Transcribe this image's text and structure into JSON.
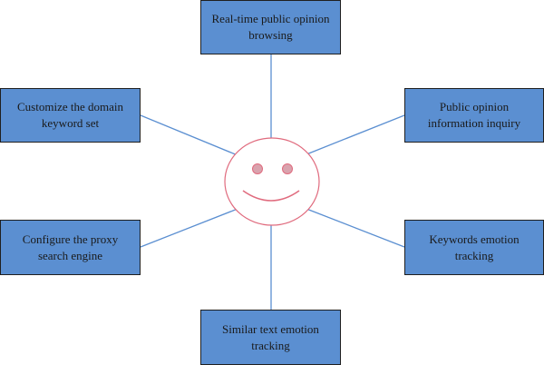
{
  "colors": {
    "box_fill": "#5b8fd1",
    "connector": "#5b8fd1",
    "face_outline": "#e06b7e",
    "eye_fill": "#d9a3ae"
  },
  "center": {
    "icon": "smiley-face-icon"
  },
  "nodes": {
    "top": {
      "label": "Real-time public opinion browsing"
    },
    "left_upper": {
      "label": "Customize the domain keyword set"
    },
    "right_upper": {
      "label": "Public opinion information inquiry"
    },
    "left_lower": {
      "label": "Configure the proxy search engine"
    },
    "right_lower": {
      "label": "Keywords emotion tracking"
    },
    "bottom": {
      "label": "Similar text emotion tracking"
    }
  }
}
